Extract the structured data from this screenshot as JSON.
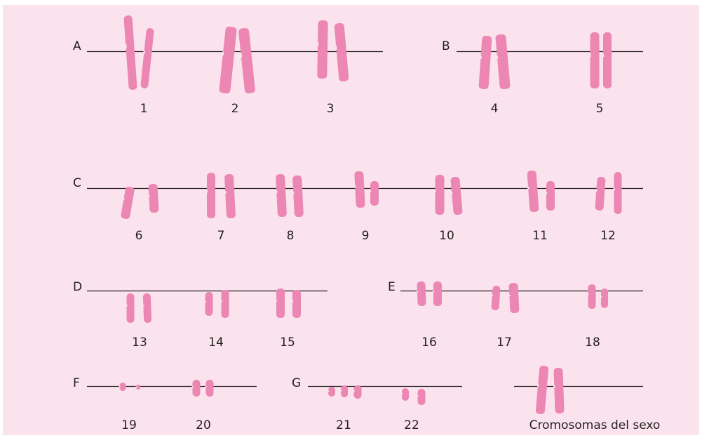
{
  "colors": {
    "background": "#fbe3ee",
    "chromosome": "#ec86b3",
    "line": "#231f20"
  },
  "groups": [
    "A",
    "B",
    "C",
    "D",
    "E",
    "F",
    "G"
  ],
  "chromosome_numbers": [
    "1",
    "2",
    "3",
    "4",
    "5",
    "6",
    "7",
    "8",
    "9",
    "10",
    "11",
    "12",
    "13",
    "14",
    "15",
    "16",
    "17",
    "18",
    "19",
    "20",
    "21",
    "22"
  ],
  "sex_chromosomes_label": "Cromosomas del sexo"
}
